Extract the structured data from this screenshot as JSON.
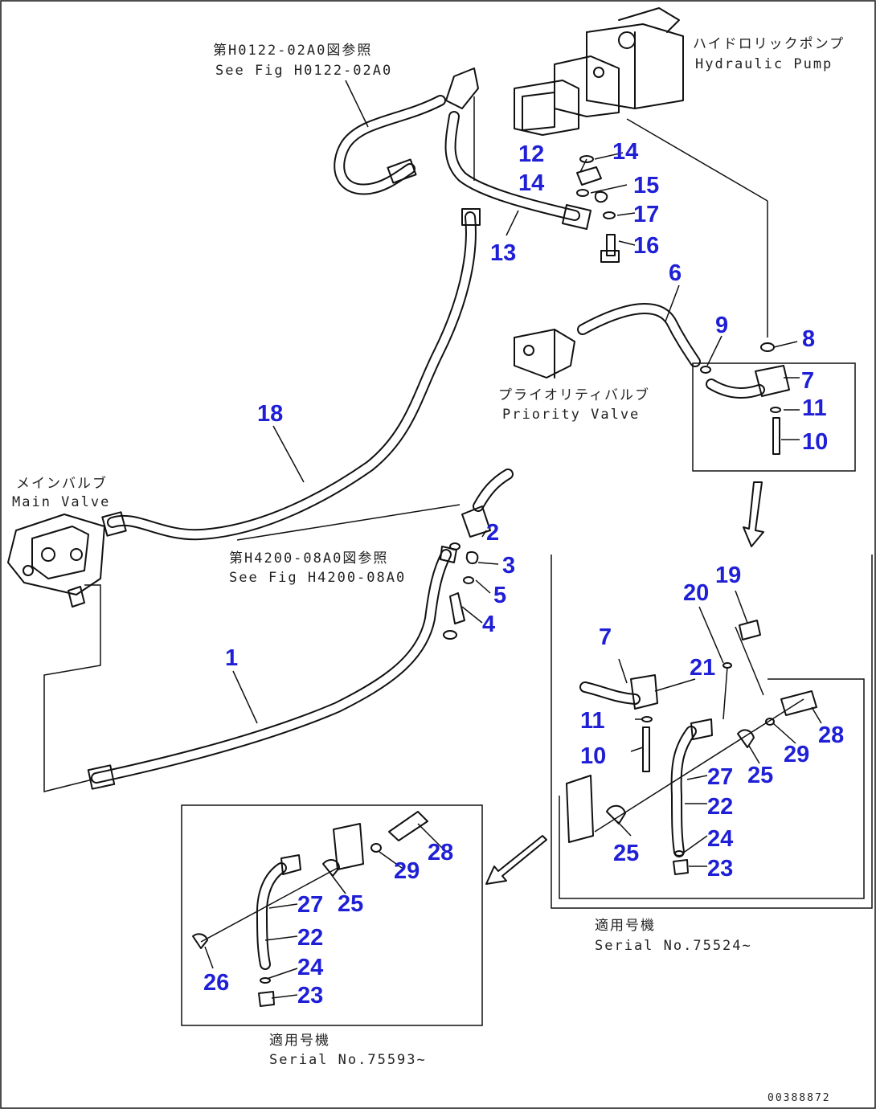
{
  "captions": {
    "see_fig_h0122_jp": "第H0122-02A0図参照",
    "see_fig_h0122_en": "See Fig H0122-02A0",
    "hydraulic_pump_jp": "ハイドロリックポンプ",
    "hydraulic_pump_en": "Hydraulic Pump",
    "priority_valve_jp": "プライオリティバルブ",
    "priority_valve_en": "Priority Valve",
    "main_valve_jp": "メインバルブ",
    "main_valve_en": "Main Valve",
    "see_fig_h4200_jp": "第H4200-08A0図参照",
    "see_fig_h4200_en": "See Fig H4200-08A0",
    "serial_a_jp": "適用号機",
    "serial_a_en": "Serial No.75524~",
    "serial_b_jp": "適用号機",
    "serial_b_en": "Serial No.75593~",
    "drawing_code": "00388872"
  },
  "callouts": {
    "p1": "1",
    "p2": "2",
    "p3": "3",
    "p4": "4",
    "p5": "5",
    "p6": "6",
    "p7": "7",
    "p8": "8",
    "p9": "9",
    "p10": "10",
    "p11": "11",
    "p12": "12",
    "p13": "13",
    "p14a": "14",
    "p14b": "14",
    "p15": "15",
    "p16": "16",
    "p17": "17",
    "p18": "18",
    "d_19": "19",
    "d_20": "20",
    "d_7": "7",
    "d_21": "21",
    "d_11": "11",
    "d_10": "10",
    "d_27": "27",
    "d_25a": "25",
    "d_29": "29",
    "d_28": "28",
    "d_22": "22",
    "d_24": "24",
    "d_23": "23",
    "d_25b": "25",
    "e_28": "28",
    "e_29": "29",
    "e_27": "27",
    "e_25": "25",
    "e_22": "22",
    "e_24": "24",
    "e_23": "23",
    "e_26": "26"
  }
}
